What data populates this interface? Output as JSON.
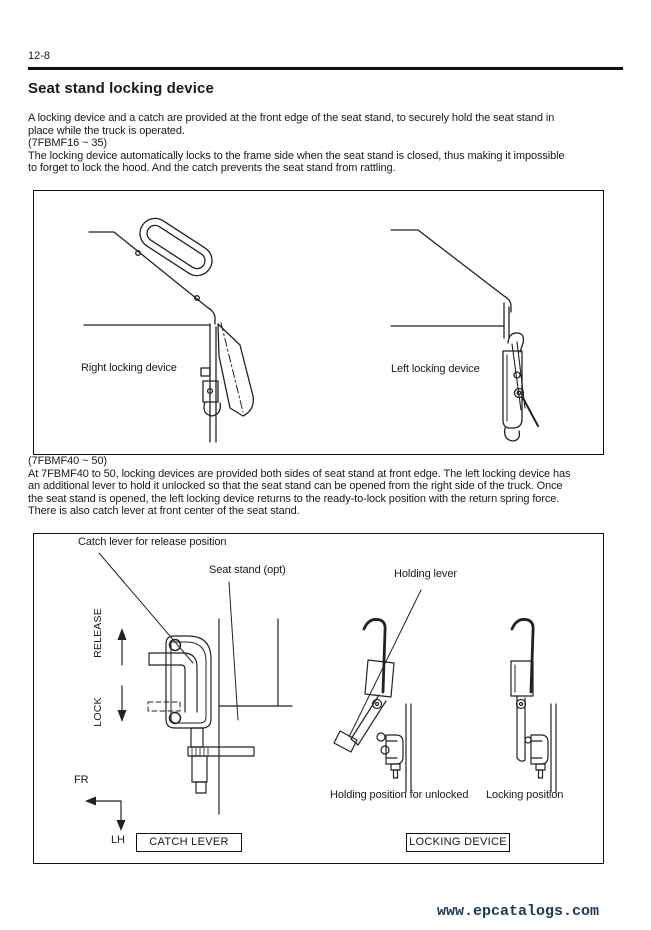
{
  "page": {
    "page_number": "12-8",
    "title": "Seat stand locking device",
    "intro": {
      "lines": [
        "A locking device and a catch are provided at the front edge of the seat stand, to securely hold the seat stand in",
        "place while the truck is operated.",
        "(7FBMF16 ~ 35)",
        "The locking device automatically locks to the frame side when the seat stand is closed, thus making it impossible",
        "to forget to lock the hood. And the catch prevents the seat stand from rattling."
      ]
    },
    "section2": {
      "lines": [
        "(7FBMF40 ~ 50)",
        "At 7FBMF40 to 50, locking devices are provided both sides of seat stand at front edge. The left locking device has",
        "an additional lever to hold it unlocked so that the seat stand can be opened from the right side of the truck. Once",
        "the seat stand is opened, the left locking device returns to the ready-to-lock position with the return spring force.",
        "There is also catch lever at front center of the seat stand."
      ]
    }
  },
  "figure1": {
    "labels": {
      "right_device": "Right locking device",
      "left_device": "Left locking device"
    }
  },
  "figure2": {
    "labels": {
      "catch_lever_release": "Catch lever for release position",
      "seat_stand": "Seat stand (opt)",
      "holding_lever": "Holding lever",
      "release": "RELEASE",
      "lock": "LOCK",
      "fr": "FR",
      "lh": "LH",
      "catch_lever_box": "CATCH LEVER",
      "holding_position": "Holding position for unlocked",
      "locking_position": "Locking position",
      "locking_device_box": "LOCKING DEVICE"
    }
  },
  "footer": {
    "watermark": "www.epcatalogs.com"
  },
  "colors": {
    "ink": "#1a1a1a",
    "line": "#222222",
    "watermark": "#1c3a57"
  }
}
